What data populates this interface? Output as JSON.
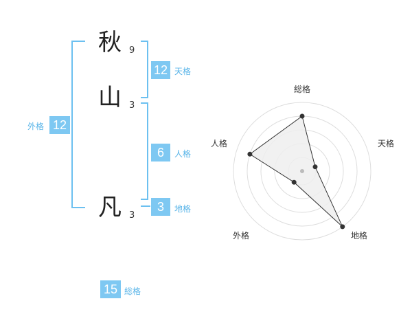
{
  "name": {
    "chars": [
      {
        "char": "秋",
        "strokes": "9"
      },
      {
        "char": "山",
        "strokes": "3"
      },
      {
        "char": "凡",
        "strokes": "3"
      }
    ]
  },
  "fortune": {
    "tenkaku": {
      "value": "12",
      "label": "天格"
    },
    "jinkaku": {
      "value": "6",
      "label": "人格"
    },
    "chikaku": {
      "value": "3",
      "label": "地格"
    },
    "gaikaku": {
      "value": "12",
      "label": "外格"
    },
    "soukaku": {
      "value": "15",
      "label": "総格"
    }
  },
  "chart_data": {
    "type": "radar",
    "axes": [
      "総格",
      "天格",
      "地格",
      "外格",
      "人格"
    ],
    "values": [
      4,
      1,
      5,
      1,
      4
    ],
    "range": [
      0,
      5
    ],
    "rings": 5,
    "colors": {
      "fill": "#efefef",
      "line": "#333333",
      "ring": "#dddddd",
      "center": "#bbbbbb"
    }
  },
  "colors": {
    "accent": "#7ec8f2",
    "bracket": "#6cc0f0",
    "label": "#58b4e8"
  }
}
